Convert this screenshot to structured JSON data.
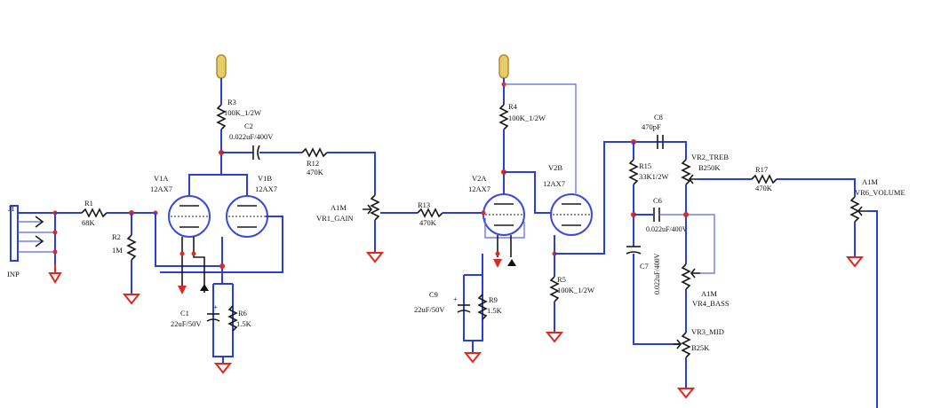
{
  "components": {
    "j1": "J1",
    "j1_tag": "INP",
    "r1": {
      "ref": "R1",
      "value": "68K"
    },
    "r2": {
      "ref": "R2",
      "value": "1M"
    },
    "r3": {
      "ref": "R3",
      "value": "100K_1/2W"
    },
    "c2": {
      "ref": "C2",
      "value": "0.022uF/400V"
    },
    "r12": {
      "ref": "R12",
      "value": "470K"
    },
    "v1a": {
      "ref": "V1A",
      "value": "12AX7"
    },
    "v1b": {
      "ref": "V1B",
      "value": "12AX7"
    },
    "c1": {
      "ref": "C1",
      "value": "22uF/50V"
    },
    "r6": {
      "ref": "R6",
      "value": "1.5K"
    },
    "vr1": {
      "ref": "VR1_GAIN",
      "value": "A1M"
    },
    "r13": {
      "ref": "R13",
      "value": "470K"
    },
    "v2a": {
      "ref": "V2A",
      "value": "12AX7"
    },
    "v2b": {
      "ref": "V2B",
      "value": "12AX7"
    },
    "r4": {
      "ref": "R4",
      "value": "100K_1/2W"
    },
    "c9": {
      "ref": "C9",
      "value": "22uF/50V"
    },
    "r9": {
      "ref": "R9",
      "value": "1.5K"
    },
    "r5": {
      "ref": "R5",
      "value": "100K_1/2W"
    },
    "c8": {
      "ref": "C8",
      "value": "470pF"
    },
    "r15": {
      "ref": "R15",
      "value": "33K1/2W"
    },
    "c6": {
      "ref": "C6",
      "value": "0.022uF/400V"
    },
    "c7": {
      "ref": "C7",
      "value": "0.022uF/400V"
    },
    "vr2": {
      "ref": "VR2_TREB",
      "value": "B250K"
    },
    "vr4": {
      "ref": "VR4_BASS",
      "value": "A1M"
    },
    "vr3": {
      "ref": "VR3_MID",
      "value": "B25K"
    },
    "r17": {
      "ref": "R17",
      "value": "470K"
    },
    "vr6": {
      "ref": "VR6_VOLUME",
      "value": "A1M"
    }
  },
  "colors": {
    "wire": "#2a3fd6",
    "ground": "#e2281e",
    "supply": "#e9cc6a"
  }
}
